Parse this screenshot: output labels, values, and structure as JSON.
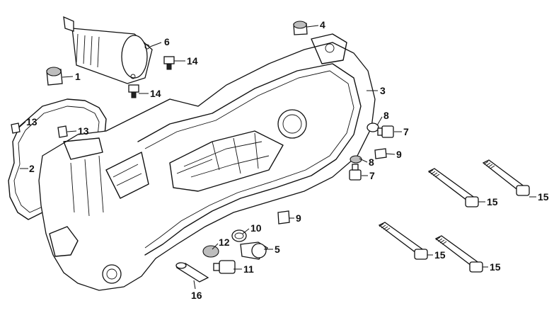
{
  "callouts": [
    {
      "id": "c1",
      "text": "1"
    },
    {
      "id": "c2",
      "text": "2"
    },
    {
      "id": "c3",
      "text": "3"
    },
    {
      "id": "c4",
      "text": "4"
    },
    {
      "id": "c5",
      "text": "5"
    },
    {
      "id": "c6",
      "text": "6"
    },
    {
      "id": "c7a",
      "text": "7"
    },
    {
      "id": "c7b",
      "text": "7"
    },
    {
      "id": "c8a",
      "text": "8"
    },
    {
      "id": "c8b",
      "text": "8"
    },
    {
      "id": "c9a",
      "text": "9"
    },
    {
      "id": "c9b",
      "text": "9"
    },
    {
      "id": "c10",
      "text": "10"
    },
    {
      "id": "c11",
      "text": "11"
    },
    {
      "id": "c12",
      "text": "12"
    },
    {
      "id": "c13a",
      "text": "13"
    },
    {
      "id": "c13b",
      "text": "13"
    },
    {
      "id": "c14a",
      "text": "14"
    },
    {
      "id": "c14b",
      "text": "14"
    },
    {
      "id": "c15a",
      "text": "15"
    },
    {
      "id": "c15b",
      "text": "15"
    },
    {
      "id": "c15c",
      "text": "15"
    },
    {
      "id": "c15d",
      "text": "15"
    },
    {
      "id": "c16",
      "text": "16"
    }
  ]
}
